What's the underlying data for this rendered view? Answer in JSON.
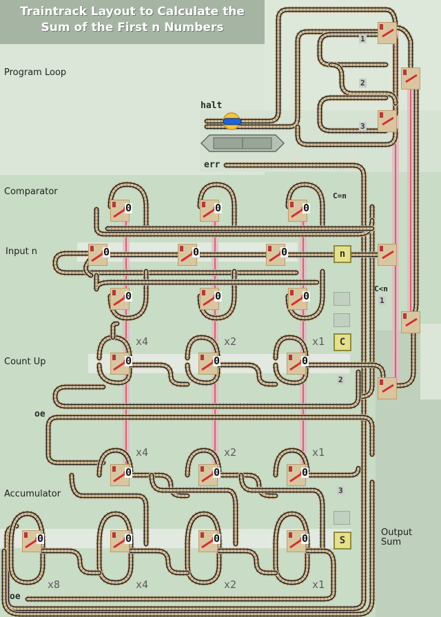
{
  "title_line1": "Traintrack Layout to Calculate the",
  "title_line2": "Sum of the First n Numbers",
  "sections": {
    "program_loop": "Program Loop",
    "comparator": "Comparator",
    "input_n": "Input n",
    "count_up": "Count Up",
    "accumulator": "Accumulator",
    "output_sum_l1": "Output",
    "output_sum_l2": "Sum"
  },
  "labels": {
    "halt": "halt",
    "err": "err",
    "oe_count": "oe",
    "oe_acc": "oe",
    "c_eq_n": "C=n",
    "c_lt_n": "C<n",
    "c_lt_n_num": "1",
    "step1": "1",
    "step2": "2",
    "step3": "3",
    "step2b": "2",
    "step3b": "3"
  },
  "registers": {
    "n": "n",
    "c": "C",
    "s": "S"
  },
  "bit_value": "0",
  "multipliers": {
    "count_row": [
      "x4",
      "x2",
      "x1"
    ],
    "acc_top_row": [
      "x4",
      "x2",
      "x1"
    ],
    "acc_bottom_row": [
      "x8",
      "x4",
      "x2",
      "x1"
    ]
  },
  "colors": {
    "background": "#c9dcc6",
    "rail": "#1a1a1a",
    "sleeper": "#d4c2a3",
    "signal_wire": "#c94a4a",
    "switch_lever": "#d23030",
    "register_fill": "#e6e08a",
    "locomotive": "#1e63d8",
    "train_head": "#f2c440"
  }
}
